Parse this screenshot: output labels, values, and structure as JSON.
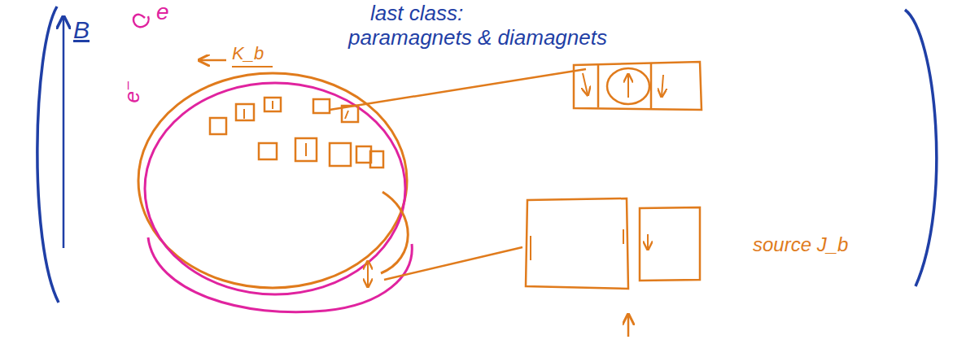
{
  "diagram": {
    "labels": [
      "last class:",
      "paramagnets & diamagnets",
      "B",
      "e",
      "K_b",
      "e⁻",
      "source J_b"
    ]
  }
}
